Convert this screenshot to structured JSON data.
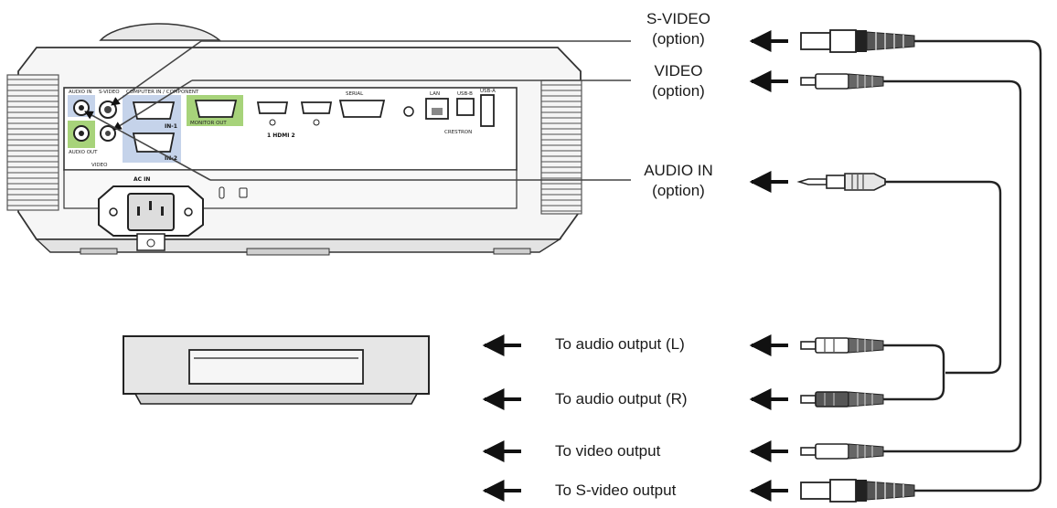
{
  "labels": {
    "s_video": [
      "S-VIDEO",
      "(option)"
    ],
    "video": [
      "VIDEO",
      "(option)"
    ],
    "audio_in": [
      "AUDIO IN",
      "(option)"
    ]
  },
  "outputs": {
    "audio_l": "To audio output (L)",
    "audio_r": "To audio output (R)",
    "video": "To video output",
    "s_video": "To S-video output"
  },
  "panel_labels": {
    "audio_in": "AUDIO IN",
    "audio_out": "AUDIO OUT",
    "s_video": "S-VIDEO",
    "computer_in": "COMPUTER IN / COMPONENT",
    "in1": "IN-1",
    "in2": "IN-2",
    "monitor_out": "MONITOR OUT",
    "hdmi": "1  HDMI  2",
    "serial": "SERIAL",
    "lan": "LAN",
    "usb_b": "USB-B",
    "usb_a": "USB-A",
    "crestron": "CRESTRON",
    "ac_in": "AC IN",
    "video": "VIDEO"
  },
  "colors": {
    "ink": "#1a1a1a",
    "panel_green": "#a7d37a",
    "panel_blue": "#c5d3ea",
    "cable": "#222222",
    "device_fill": "#e6e6e6"
  }
}
